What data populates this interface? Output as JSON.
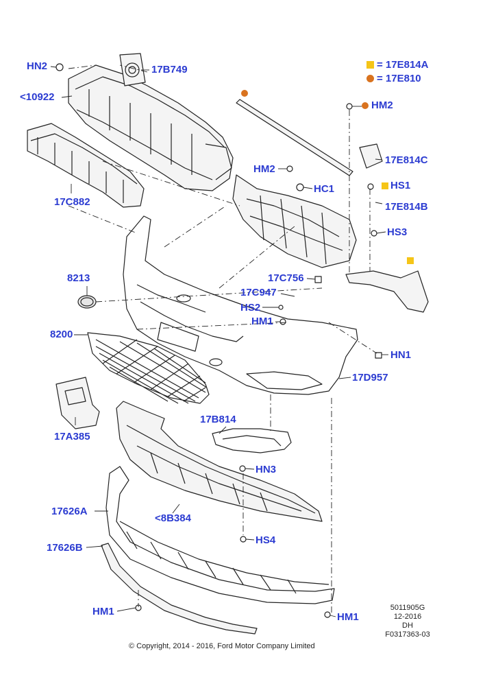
{
  "legend": {
    "yellow_square": {
      "text": "= 17E814A",
      "color": "#f5c518"
    },
    "orange_dot": {
      "text": "= 17E810",
      "color": "#d9731f"
    }
  },
  "labels": {
    "hn2_top": "HN2",
    "p17b749": "17B749",
    "p10922": "<10922",
    "p17c882": "17C882",
    "hm2_right": "HM2",
    "p17e814c": "17E814C",
    "hm2_mid": "HM2",
    "hc1": "HC1",
    "hs1": "HS1",
    "p17e814b": "17E814B",
    "hs3": "HS3",
    "p8213": "8213",
    "p17c756": "17C756",
    "p17c947": "17C947",
    "hs2": "HS2",
    "hm1_mid": "HM1",
    "p8200": "8200",
    "hn1": "HN1",
    "p17d957": "17D957",
    "p17a385": "17A385",
    "p17b814": "17B814",
    "hn3": "HN3",
    "p17626a": "17626A",
    "p8b384": "<8B384",
    "hs4": "HS4",
    "p17626b": "17626B",
    "hm1_left": "HM1",
    "hm1_right": "HM1"
  },
  "meta": {
    "code": "5011905G",
    "date": "12-2016",
    "initials": "DH",
    "figure": "F0317363-03"
  },
  "copyright": "© Copyright, 2014 - 2016, Ford Motor Company Limited"
}
